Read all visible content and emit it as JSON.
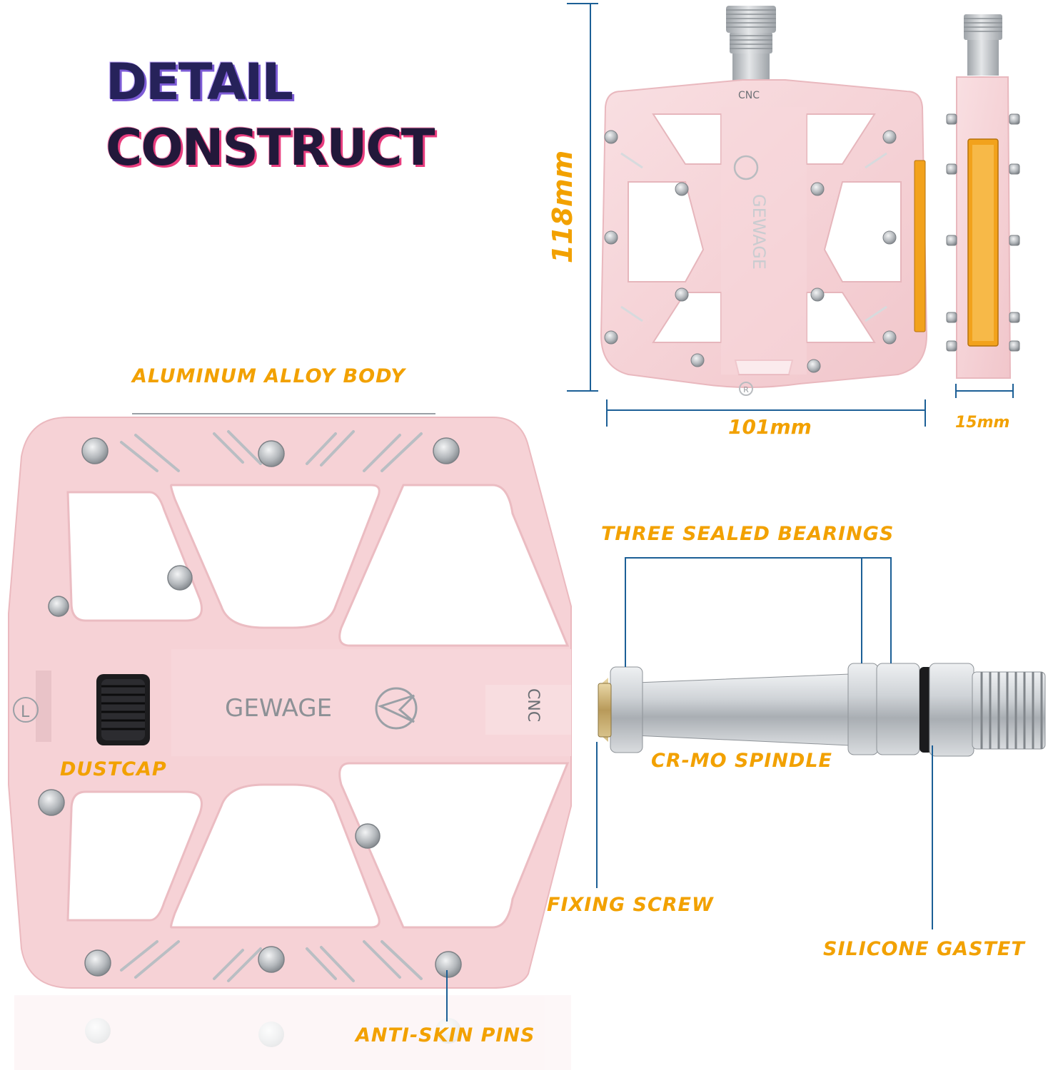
{
  "header": {
    "line1": "DETAIL",
    "line2": "CONSTRUCT"
  },
  "dimensions": {
    "height": "118mm",
    "width": "101mm",
    "depth": "15mm"
  },
  "callouts": {
    "body": "ALUMINUM ALLOY BODY",
    "bearings": "THREE SEALED BEARINGS",
    "dustcap": "DUSTCAP",
    "spindle": "CR-MO SPINDLE",
    "screw": "FIXING SCREW",
    "gasket": "SILICONE GASTET",
    "pins": "ANTI-SKIN PINS"
  },
  "product": {
    "brand": "GEWAGE",
    "cnc_mark": "CNC",
    "side_mark": "L",
    "reg_mark": "R"
  },
  "colors": {
    "accent": "#f2a100",
    "pedal_body": "#f6d2d6",
    "dimension_line": "#1c5f96",
    "reflector": "#f2a21c"
  }
}
